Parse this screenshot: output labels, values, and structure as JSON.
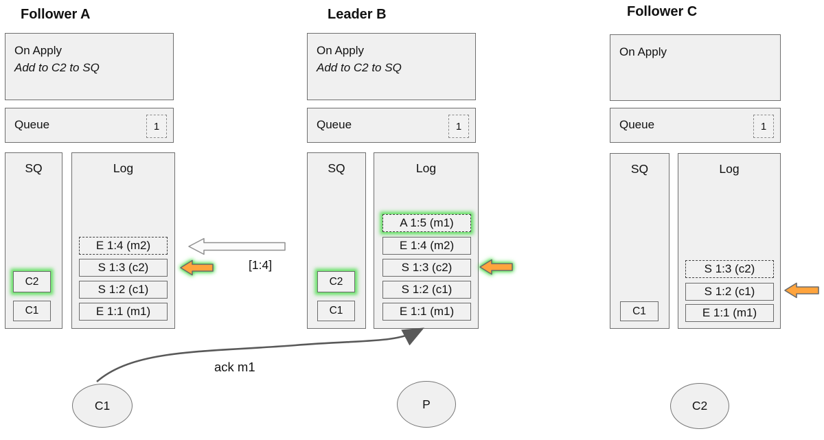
{
  "diagram": {
    "nodes": [
      {
        "title": "Follower A",
        "on_apply": {
          "heading": "On Apply",
          "note": "Add to C2 to SQ"
        },
        "queue": {
          "label": "Queue",
          "count": "1"
        },
        "sq": {
          "label": "SQ",
          "items": [
            {
              "text": "C2"
            },
            {
              "text": "C1"
            }
          ]
        },
        "log": {
          "label": "Log",
          "entries": [
            {
              "text": "E 1:4 (m2)"
            },
            {
              "text": "S 1:3 (c2)"
            },
            {
              "text": "S 1:2 (c1)"
            },
            {
              "text": "E 1:1 (m1)"
            }
          ]
        }
      },
      {
        "title": "Leader B",
        "on_apply": {
          "heading": "On Apply",
          "note": "Add to C2 to SQ"
        },
        "queue": {
          "label": "Queue",
          "count": "1"
        },
        "sq": {
          "label": "SQ",
          "items": [
            {
              "text": "C2"
            },
            {
              "text": "C1"
            }
          ]
        },
        "log": {
          "label": "Log",
          "entries": [
            {
              "text": "A 1:5 (m1)"
            },
            {
              "text": "E 1:4 (m2)"
            },
            {
              "text": "S 1:3 (c2)"
            },
            {
              "text": "S 1:2 (c1)"
            },
            {
              "text": "E 1:1 (m1)"
            }
          ]
        }
      },
      {
        "title": "Follower C",
        "on_apply": {
          "heading": "On Apply",
          "note": ""
        },
        "queue": {
          "label": "Queue",
          "count": "1"
        },
        "sq": {
          "label": "SQ",
          "items": [
            {
              "text": "C1"
            }
          ]
        },
        "log": {
          "label": "Log",
          "entries": [
            {
              "text": "S 1:3 (c2)"
            },
            {
              "text": "S 1:2 (c1)"
            },
            {
              "text": "E 1:1 (m1)"
            }
          ]
        }
      }
    ],
    "labels": {
      "replicate_range": "[1:4]",
      "ack": "ack m1"
    },
    "actors": [
      {
        "label": "C1"
      },
      {
        "label": "P"
      },
      {
        "label": "C2"
      }
    ],
    "colors": {
      "box_fill": "#f0f0f0",
      "box_border": "#6e6e6e",
      "highlight_glow": "#4edd4e",
      "arrow_orange": "#ffa43d",
      "arrow_white": "#fbfbfb",
      "ack_arrow": "#595959"
    }
  }
}
